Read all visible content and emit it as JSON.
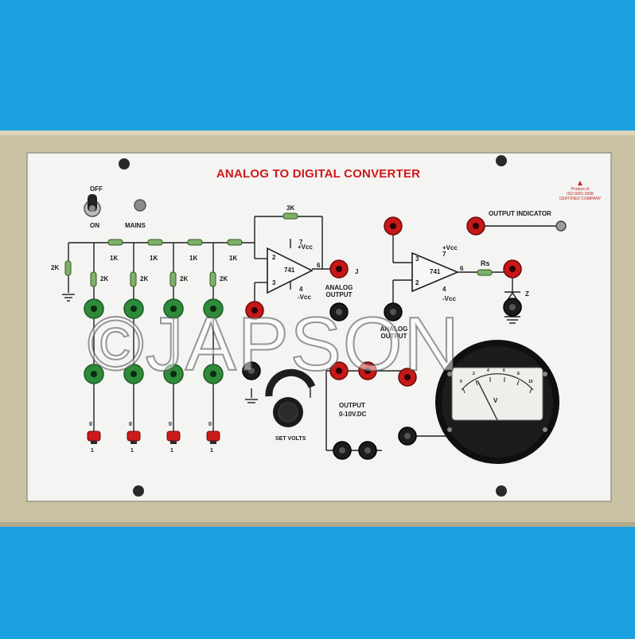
{
  "panel": {
    "title": "ANALOG TO DIGITAL CONVERTER",
    "certification": [
      "Product of",
      "ISO 9001:2008",
      "CERTIFIED COMPANY"
    ]
  },
  "power": {
    "off_label": "OFF",
    "on_label": "ON",
    "mains_label": "MAINS"
  },
  "ladder": {
    "feedback_resistor": "3K",
    "series_resistors": [
      "1K",
      "1K",
      "1K",
      "1K"
    ],
    "ground_resistor": "2K",
    "branch_resistors": [
      "2K",
      "2K",
      "2K",
      "2K"
    ],
    "bit_low": "0",
    "bit_high": "1"
  },
  "opamp1": {
    "model": "741",
    "vcc_pos": "+Vcc",
    "vcc_neg": "-Vcc",
    "pins": [
      "2",
      "3",
      "7",
      "4",
      "6"
    ],
    "output_label": "J"
  },
  "analog_output": "ANALOG OUTPUT",
  "opamp2": {
    "model": "741",
    "vcc_pos": "+Vcc",
    "vcc_neg": "-Vcc",
    "pins": [
      "3",
      "2",
      "7",
      "4",
      "6"
    ],
    "rs_label": "Rs",
    "zener_label": "Z"
  },
  "comparator_input_label": "ANALOG OUTPUT",
  "output_indicator": "OUTPUT INDICATOR",
  "set_volts": "SET VOLTS",
  "output_supply": [
    "OUTPUT",
    "0-10V.DC"
  ],
  "meter": {
    "unit": "V",
    "scale": [
      "0",
      "2",
      "4",
      "6",
      "8",
      "10"
    ]
  },
  "watermark": "©JAPSON"
}
